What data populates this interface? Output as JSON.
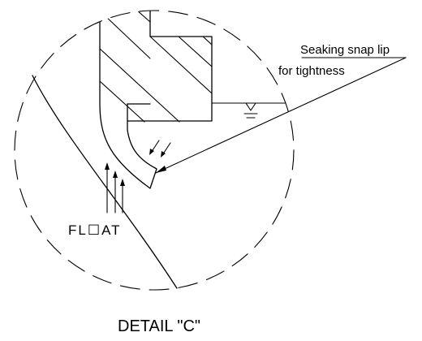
{
  "callout": {
    "line1": "Seaking snap lip",
    "line2": "for tightness"
  },
  "float_label": "FL☐AT",
  "detail_title": "DETAIL \"C\"",
  "icons": {
    "water_level": "water-level-symbol",
    "arrows": "pressure-arrows"
  },
  "colors": {
    "line": "#000000",
    "background": "#ffffff"
  }
}
